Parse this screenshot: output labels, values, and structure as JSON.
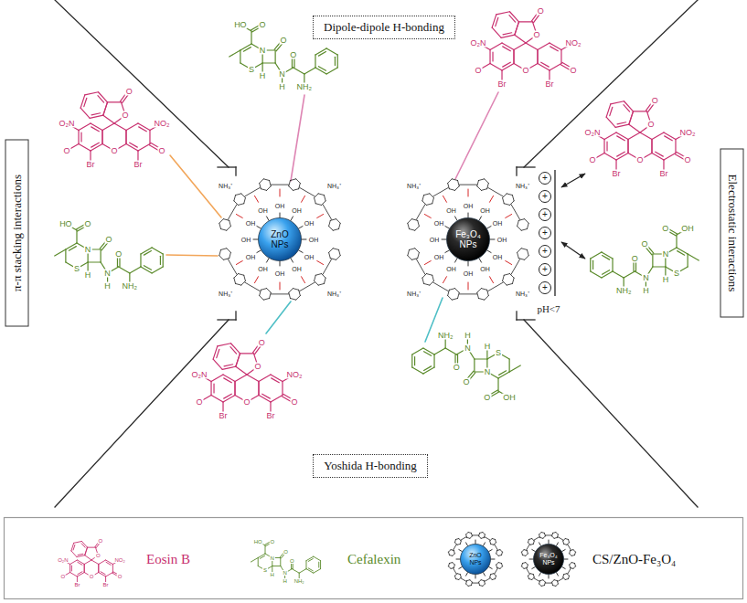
{
  "diagram": {
    "nodes": [
      {
        "text": [
          "Dipole-dipole H-bonding"
        ]
      },
      {
        "text": [
          "π-π stacking interactions"
        ]
      },
      {
        "text": [
          "ZnO NPs"
        ]
      },
      {
        "text": [
          "Fe₃O₄ NPs"
        ]
      },
      {
        "text": [
          "Electrostatic interactions"
        ]
      },
      {
        "text": [
          "Yoshida H-bonding"
        ]
      },
      {
        "text": [
          "ZnO NPs"
        ]
      },
      {
        "text": [
          "Fe₃O₄ NPs"
        ]
      }
    ],
    "labels": [
      "HO",
      "O",
      "N",
      "O",
      "S",
      "H",
      "N",
      "H",
      "O",
      "NH₂",
      "O",
      "O",
      "O₂N",
      "NO₂",
      "O",
      "O",
      "O",
      "Br",
      "Br",
      "O",
      "O",
      "O₂N",
      "NO₂",
      "O",
      "O",
      "O",
      "Br",
      "Br",
      "HO",
      "O",
      "N",
      "O",
      "S",
      "H",
      "N",
      "H",
      "O",
      "NH₂",
      "O",
      "O",
      "O₂N",
      "NO₂",
      "O",
      "O",
      "O",
      "Br",
      "Br",
      "OH",
      "O",
      "N",
      "O",
      "S",
      "H",
      "N",
      "H",
      "O",
      "NH₂",
      "O",
      "O",
      "O₂N",
      "NO₂",
      "O",
      "O",
      "O",
      "Br",
      "Br",
      "OH",
      "O",
      "N",
      "O",
      "S",
      "H",
      "N",
      "H",
      "O",
      "NH₂",
      "O",
      "O",
      "O₂N",
      "NO₂",
      "O",
      "O",
      "O",
      "Br",
      "Br",
      "HO",
      "O",
      "N",
      "O",
      "S",
      "H",
      "N",
      "H",
      "O",
      "NH₂",
      "OH",
      "OH",
      "OH",
      "OH",
      "OH",
      "OH",
      "OH",
      "OH",
      "OH",
      "OH",
      "OH",
      "OH",
      "NH₃⁺",
      "NH₃⁺",
      "NH₃⁺",
      "NH₃⁺",
      "OH",
      "OH",
      "OH",
      "OH",
      "OH",
      "OH",
      "OH",
      "OH",
      "OH",
      "OH",
      "OH",
      "OH",
      "NH₃⁺",
      "NH₃⁺",
      "NH₃⁺",
      "NH₃⁺",
      "+",
      "+",
      "+",
      "+",
      "+",
      "+",
      "+",
      "pH<7"
    ],
    "legend": [
      {
        "text": "Eosin B"
      },
      {
        "text": "Cefalexin"
      },
      {
        "text": "CS/ZnO-Fe₃O₄"
      }
    ]
  }
}
